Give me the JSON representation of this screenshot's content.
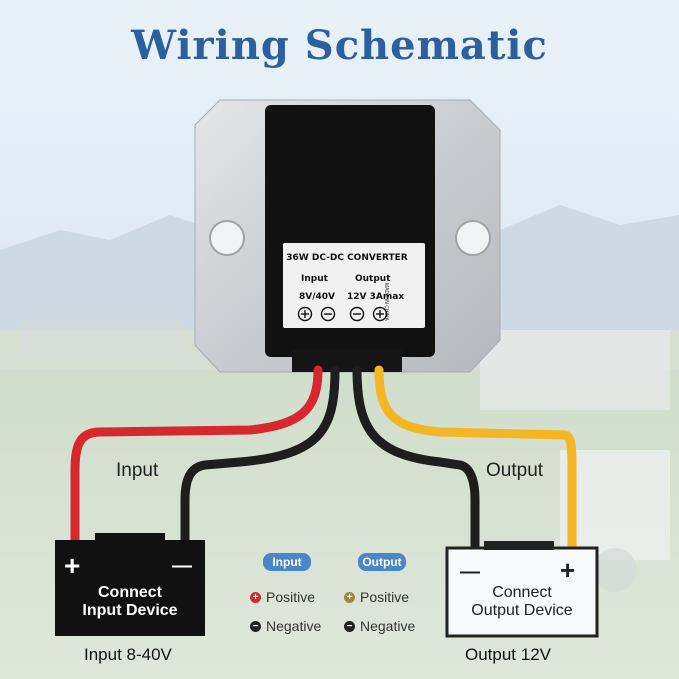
{
  "title": "Wiring Schematic",
  "converter": {
    "label_title": "36W DC-DC CONVERTER",
    "input_header": "Input",
    "output_header": "Output",
    "input_range": "8V/40V",
    "output_rating": "12V 3Amax",
    "side_text": "MADE IN CHINA"
  },
  "wires": {
    "input_label": "Input",
    "output_label": "Output"
  },
  "input_battery": {
    "plus": "+",
    "minus": "—",
    "line1": "Connect",
    "line2": "Input Device",
    "caption": "Input 8-40V"
  },
  "output_battery": {
    "minus": "—",
    "plus": "+",
    "line1": "Connect",
    "line2": "Output Device",
    "caption": "Output 12V"
  },
  "legend": {
    "input_pill": "Input",
    "output_pill": "Output",
    "positive": "Positive",
    "negative": "Negative",
    "positive2": "Positive",
    "negative2": "Negative",
    "colors": {
      "red": "#d7282f",
      "yellow": "#b89a3b",
      "black": "#222222",
      "pill": "#4a86c8"
    }
  }
}
